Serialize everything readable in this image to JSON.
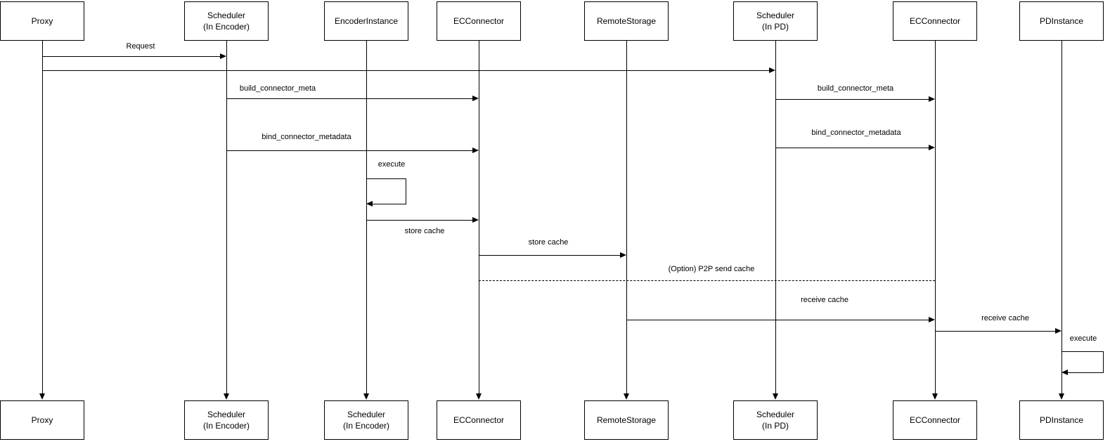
{
  "colors": {
    "stroke": "#000000",
    "background": "#ffffff",
    "text": "#000000"
  },
  "actors_top": [
    {
      "label": "Proxy"
    },
    {
      "label": "Scheduler\n(In Encoder)"
    },
    {
      "label": "EncoderInstance"
    },
    {
      "label": "ECConnector"
    },
    {
      "label": "RemoteStorage"
    },
    {
      "label": "Scheduler\n(In PD)"
    },
    {
      "label": "ECConnector"
    },
    {
      "label": "PDInstance"
    }
  ],
  "actors_bottom": [
    {
      "label": "Proxy"
    },
    {
      "label": "Scheduler\n(In Encoder)"
    },
    {
      "label": "Scheduler\n(In Encoder)"
    },
    {
      "label": "ECConnector"
    },
    {
      "label": "RemoteStorage"
    },
    {
      "label": "Scheduler\n(In PD)"
    },
    {
      "label": "ECConnector"
    },
    {
      "label": "PDInstance"
    }
  ],
  "messages": [
    {
      "label": "Request",
      "from": "Proxy",
      "to": "Scheduler (In Encoder)",
      "style": "solid"
    },
    {
      "label": "",
      "from": "Proxy",
      "to": "Scheduler (In PD)",
      "style": "solid"
    },
    {
      "label": "build_connector_meta",
      "from": "Scheduler (In Encoder)",
      "to": "ECConnector",
      "style": "solid"
    },
    {
      "label": "bind_connector_metadata",
      "from": "Scheduler (In Encoder)",
      "to": "ECConnector",
      "style": "solid"
    },
    {
      "label": "build_connector_meta",
      "from": "Scheduler (In PD)",
      "to": "ECConnector (PD side)",
      "style": "solid"
    },
    {
      "label": "bind_connector_metadata",
      "from": "Scheduler (In PD)",
      "to": "ECConnector (PD side)",
      "style": "solid"
    },
    {
      "label": "execute",
      "from": "EncoderInstance",
      "to": "EncoderInstance",
      "style": "self-loop"
    },
    {
      "label": "store cache",
      "from": "EncoderInstance",
      "to": "ECConnector",
      "style": "solid"
    },
    {
      "label": "store cache",
      "from": "ECConnector",
      "to": "RemoteStorage",
      "style": "solid"
    },
    {
      "label": "(Option) P2P send cache",
      "from": "ECConnector",
      "to": "ECConnector (PD side)",
      "style": "dashed"
    },
    {
      "label": "receive cache",
      "from": "RemoteStorage",
      "to": "ECConnector (PD side)",
      "style": "solid"
    },
    {
      "label": "receive cache",
      "from": "ECConnector (PD side)",
      "to": "PDInstance",
      "style": "solid"
    },
    {
      "label": "execute",
      "from": "PDInstance",
      "to": "PDInstance",
      "style": "self-loop"
    }
  ]
}
